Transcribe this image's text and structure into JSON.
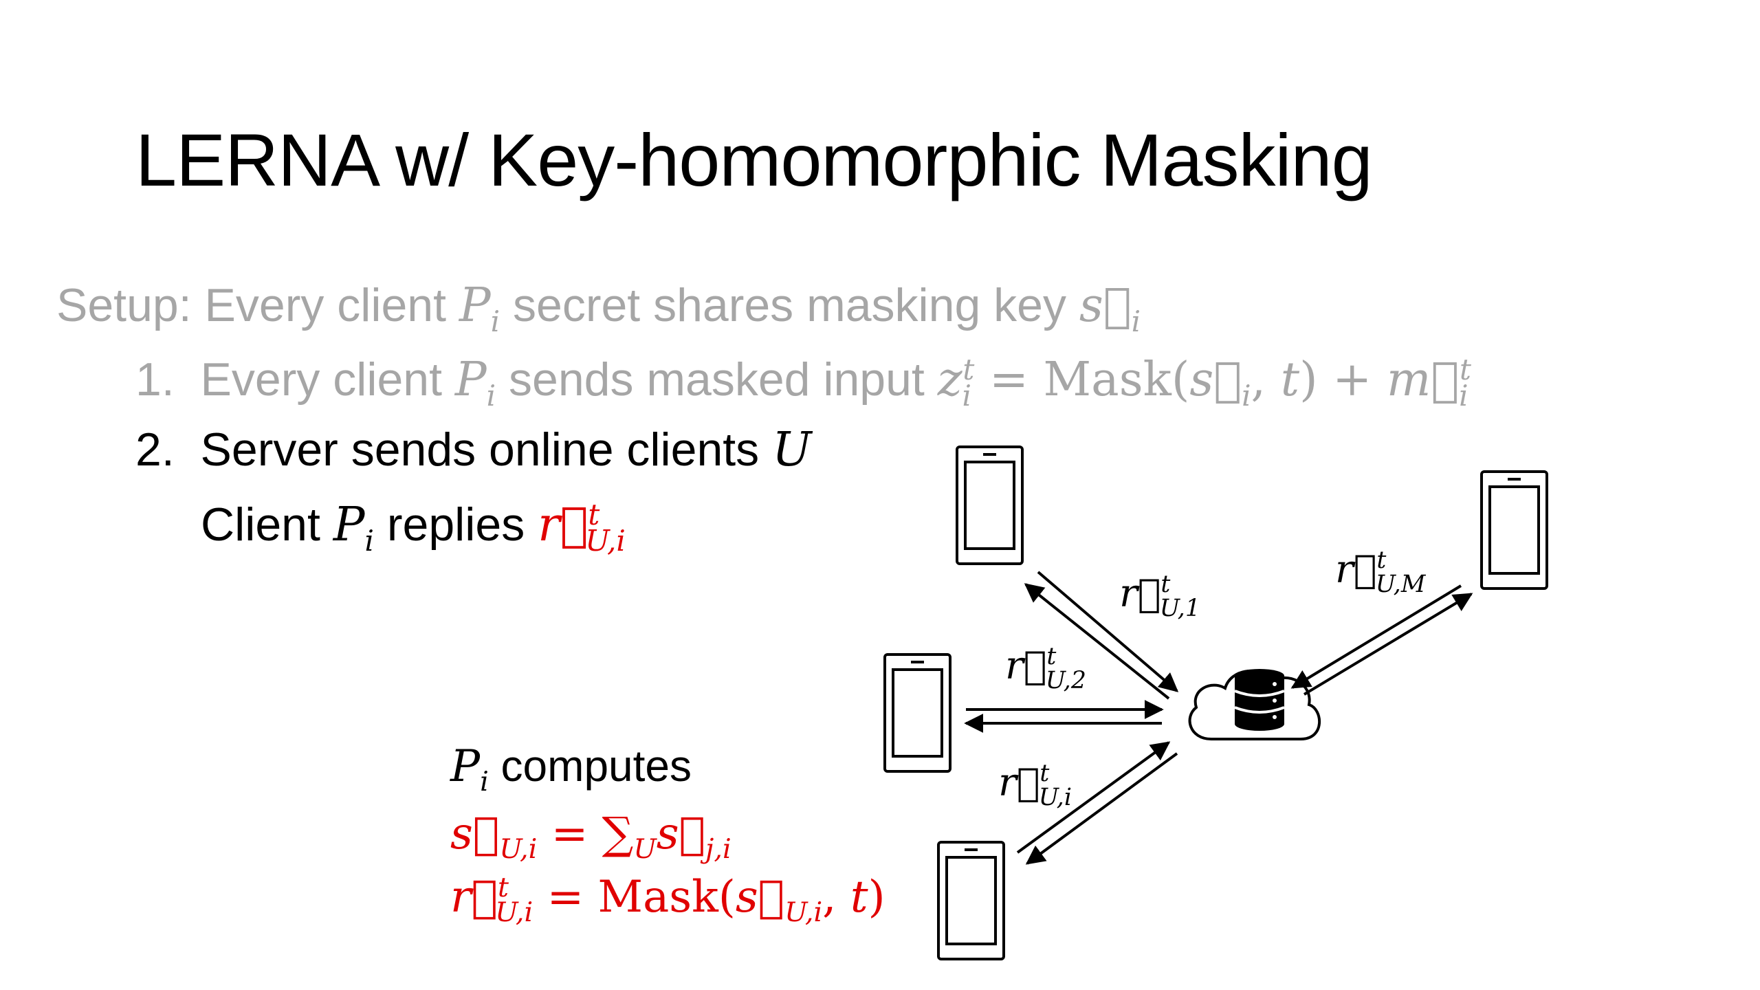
{
  "slide": {
    "title": "LERNA w/ Key-homomorphic Masking",
    "setup": {
      "label": "Setup:",
      "text_a": "Every client ",
      "p": "P",
      "i": "i",
      "text_b": " secret shares masking key ",
      "s": "s⃗",
      "s_sub": "i"
    },
    "step1": {
      "number": "1.",
      "text_a": "Every client ",
      "p": "P",
      "i": "i",
      "text_b": " sends masked input ",
      "z": "z",
      "z_sub": "i",
      "z_sup": "t",
      "eq": " = Mask(",
      "s": "s⃗",
      "s_sub": "i",
      "comma": ", ",
      "t": "t",
      "plus": ") + ",
      "m": "m⃗",
      "m_sub": "i",
      "m_sup": "t"
    },
    "step2": {
      "number": "2.",
      "text_a": "Server sends online clients ",
      "u": "U",
      "reply_a": "Client ",
      "p": "P",
      "i": "i",
      "reply_b": " replies ",
      "r": "r⃗",
      "r_sup": "t",
      "r_sub": "U,i"
    },
    "computes": {
      "p": "P",
      "i": "i",
      "label": " computes",
      "eq1_s": "s⃗",
      "eq1_sub": "U,i",
      "eq1_mid": " = ∑",
      "eq1_u": "U",
      "eq1_s2": "s⃗",
      "eq1_sub2": "j,i",
      "eq2_r": "r⃗",
      "eq2_sup": "t",
      "eq2_sub": "U,i",
      "eq2_mid": " = Mask(",
      "eq2_s": "s⃗",
      "eq2_ssub": "U,i",
      "eq2_comma": ", ",
      "eq2_t": "t",
      "eq2_close": ")"
    },
    "labels": {
      "r": "r⃗",
      "sup": "t",
      "sub_1": "U,1",
      "sub_2": "U,2",
      "sub_i": "U,i",
      "sub_M": "U,M"
    },
    "colors": {
      "muted": "#a6a6a6",
      "accent": "#e00000",
      "text": "#000000"
    },
    "icons": [
      "phone-icon",
      "cloud-database-icon"
    ]
  }
}
